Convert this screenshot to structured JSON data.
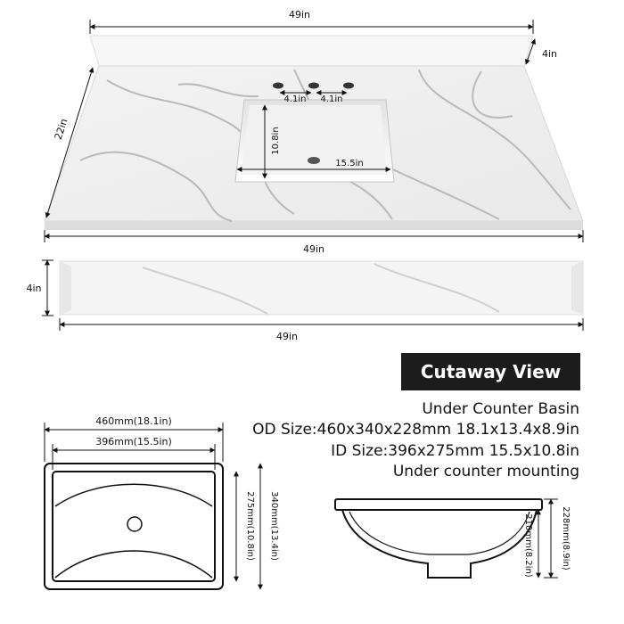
{
  "countertop": {
    "width_label": "49in",
    "depth_label": "22in",
    "backsplash_height_label": "4in",
    "bottom_width_label": "49in",
    "faucet_spacing_left": "4.1in",
    "faucet_spacing_right": "4.1in",
    "basin_height_label": "10.8in",
    "basin_width_label": "15.5in"
  },
  "backsplash": {
    "height_label": "4in",
    "width_label": "49in"
  },
  "cutaway": {
    "badge": "Cutaway View",
    "specs": [
      "Under Counter Basin",
      "OD Size:460x340x228mm 18.1x13.4x8.9in",
      "ID Size:396x275mm 15.5x10.8in",
      "Under counter mounting"
    ]
  },
  "basin_top": {
    "outer_width_label": "460mm(18.1in)",
    "inner_width_label": "396mm(15.5in)",
    "inner_depth_label": "275mm(10.8in)",
    "outer_depth_label": "340mm(13.4in)"
  },
  "basin_side": {
    "outer_height_label": "228mm(8.9in)",
    "inner_height_label": "210mm(8.2in)"
  }
}
